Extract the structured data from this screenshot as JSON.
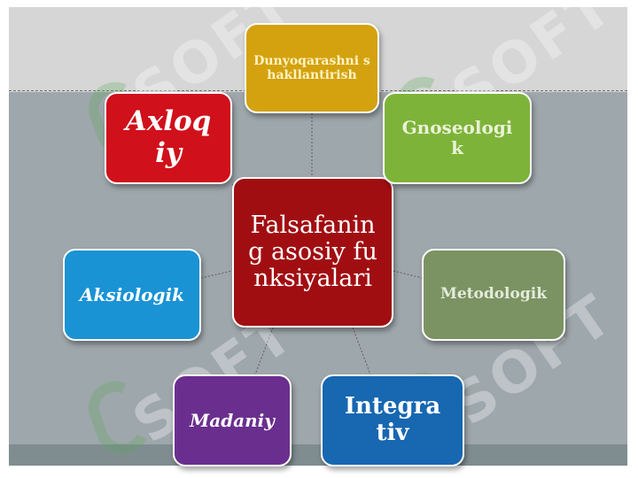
{
  "diagram": {
    "center": "Falsafaning asosiy funksiyalari",
    "nodes": {
      "top": "Dunyoqarashni shakllantirish",
      "axloqiy": "Axloqiy",
      "gnoseologik": "Gnoseologik",
      "aksiologik": "Aksiologik",
      "metodologik": "Metodologik",
      "madaniy": "Madaniy",
      "integrativ": "Integrativ"
    },
    "colors": {
      "center": "#a10e12",
      "top": "#d4a20e",
      "axloqiy": "#d0101b",
      "gnoseologik": "#7eb33a",
      "aksiologik": "#1a93d4",
      "metodologik": "#7b9363",
      "madaniy": "#6a2f8e",
      "integrativ": "#1767b1"
    }
  },
  "watermark": {
    "text": "SOFT"
  }
}
